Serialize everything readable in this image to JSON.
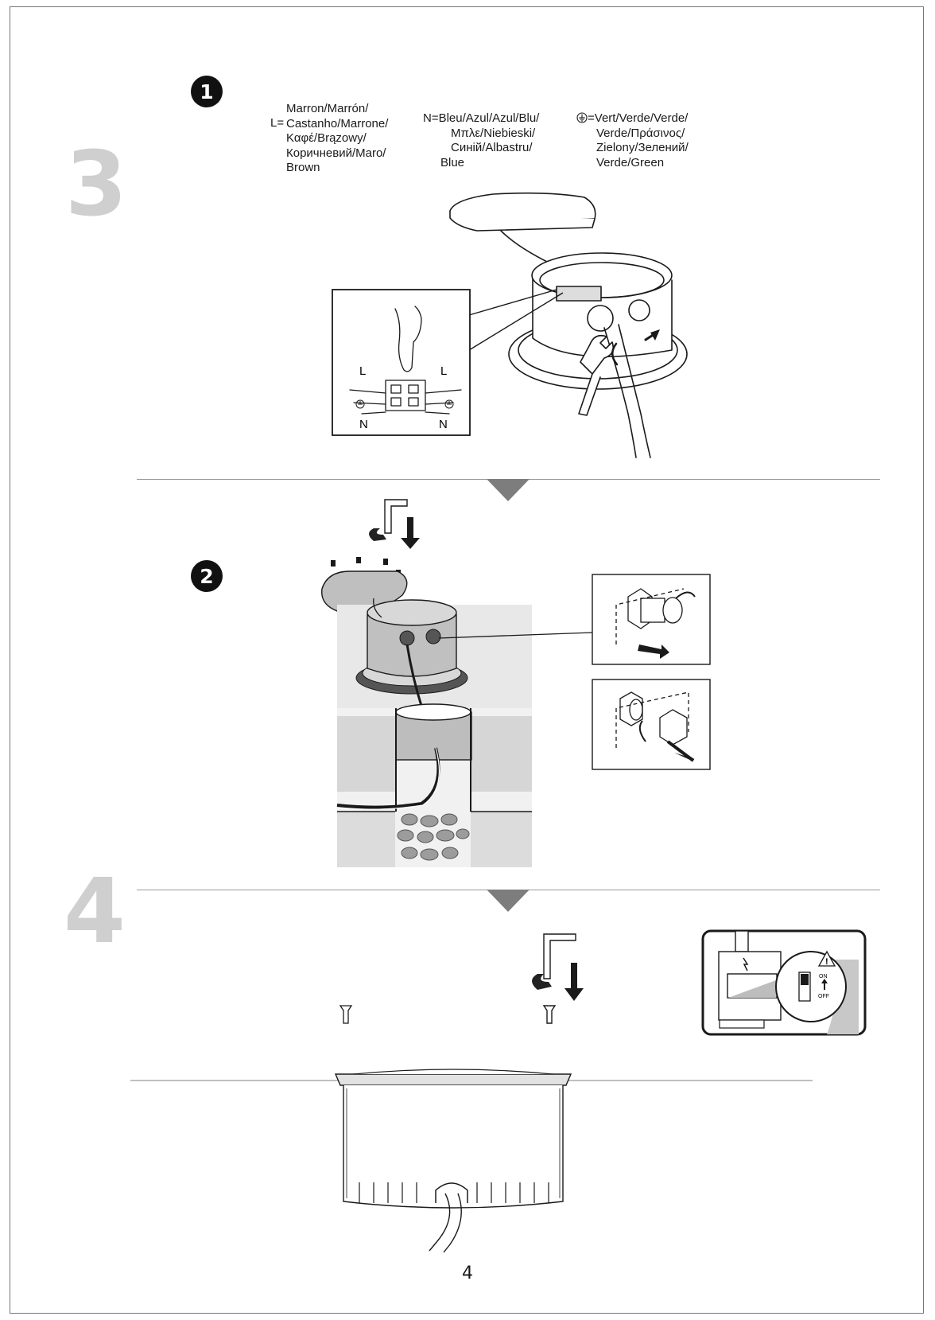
{
  "steps": {
    "step3": "3",
    "step4": "4",
    "sub1": "1",
    "sub2": "2"
  },
  "wiring_legend": {
    "live": {
      "prefix": "L=",
      "lines": [
        "Marron/Marrón/",
        "Castanho/Marrone/",
        "Καφέ/Brązowy/",
        "Коричневий/Maro/",
        "Brown"
      ]
    },
    "neutral": {
      "prefix": "N=",
      "lines": [
        "Bleu/Azul/Azul/Blu/",
        "Μπλε/Niebieski/",
        "Синій/Albastru/",
        "Blue"
      ]
    },
    "earth": {
      "prefix": "=",
      "lines": [
        "Vert/Verde/Verde/",
        "Verde/Πράσινος/",
        "Zielony/Зелений/",
        "Verde/Green"
      ]
    }
  },
  "terminal_labels": {
    "left_top": "L",
    "right_top": "L",
    "left_bottom": "N",
    "right_bottom": "N"
  },
  "switch_labels": {
    "on": "ON",
    "off": "OFF"
  },
  "page_number": "4",
  "colors": {
    "step_number_gray": "#cfcfcf",
    "divider_gray": "#9a9a9a",
    "triangle_gray": "#7d7d7d",
    "line_art": "#1a1a1a"
  }
}
